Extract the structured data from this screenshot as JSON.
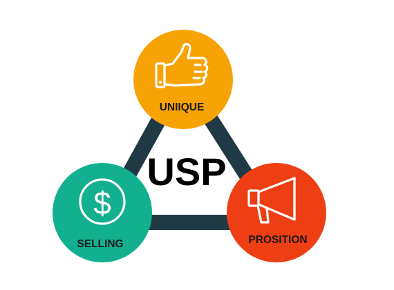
{
  "diagram": {
    "center_label": "USP",
    "edge_color": "#1f3a44",
    "nodes": [
      {
        "id": "top",
        "label": "UNIIQUE",
        "color": "#f7a205",
        "icon": "thumbs-up-icon"
      },
      {
        "id": "left",
        "label": "SELLING",
        "color": "#12b08f",
        "icon": "dollar-coin-icon"
      },
      {
        "id": "right",
        "label": "PROSITION",
        "color": "#ee3f14",
        "icon": "megaphone-icon"
      }
    ]
  }
}
